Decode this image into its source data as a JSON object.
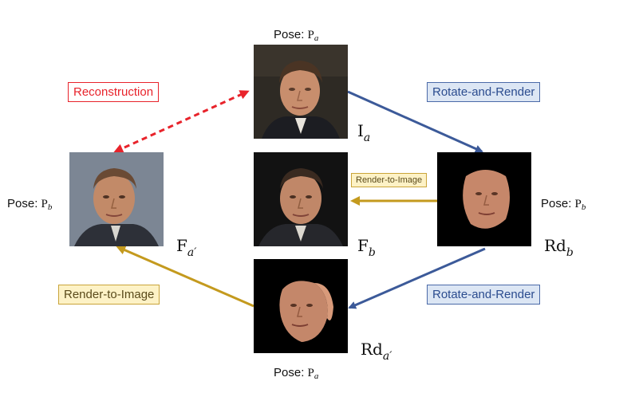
{
  "diagram": {
    "pose_prefix": "Pose: ",
    "pose_letter": "P",
    "poses": {
      "top_sub": "a",
      "left_sub": "b",
      "right_sub": "b",
      "bottom_sub": "a"
    },
    "nodes": {
      "ia": {
        "base": "I",
        "sub": "a"
      },
      "fa_prime": {
        "base": "F",
        "sub": "a′"
      },
      "fb": {
        "base": "F",
        "sub": "b"
      },
      "rdb": {
        "base": "Rd",
        "sub": "b"
      },
      "rda_prime": {
        "base": "Rd",
        "sub": "a′"
      }
    },
    "edges": {
      "reconstruction": "Reconstruction",
      "rotate_render_top": "Rotate-and-Render",
      "render_to_image_mid": "Render-to-Image",
      "rotate_render_bottom": "Rotate-and-Render",
      "render_to_image_bottom": "Render-to-Image"
    },
    "colors": {
      "red": "#e8232b",
      "blue": "#3c5a99",
      "gold": "#c49a1e"
    }
  }
}
